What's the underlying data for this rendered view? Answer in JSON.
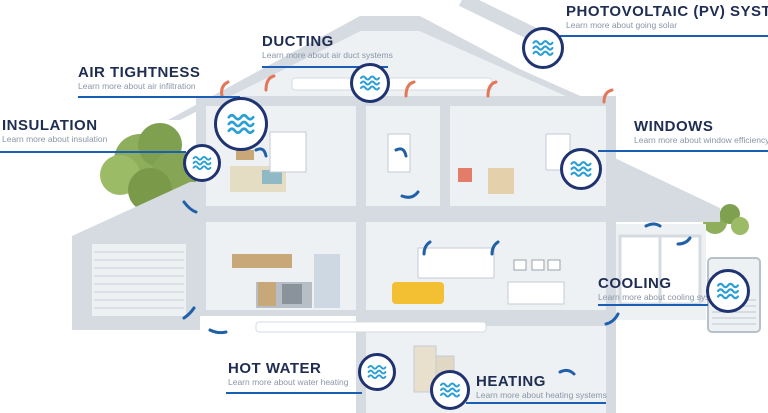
{
  "colors": {
    "navy": "#1f3370",
    "accent_blue": "#1a5fb4",
    "wave_blue": "#2a9fd6",
    "wall_gray": "#d6dbe2",
    "room_fill": "#eef1f4",
    "draft_arrow": "#e2775a"
  },
  "hotspots": {
    "pv": {
      "title": "PHOTOVOLTAIC (PV) SYSTEM",
      "subtitle": "Learn more about going solar",
      "icon": "waves-icon"
    },
    "ducting": {
      "title": "DUCTING",
      "subtitle": "Learn more about air duct systems",
      "icon": "waves-icon"
    },
    "air_tightness": {
      "title": "AIR TIGHTNESS",
      "subtitle": "Learn more about air infiltration",
      "icon": "waves-icon"
    },
    "insulation": {
      "title": "INSULATION",
      "subtitle": "Learn more about insulation",
      "icon": "waves-icon"
    },
    "windows": {
      "title": "WINDOWS",
      "subtitle": "Learn more about window efficiency",
      "icon": "waves-icon"
    },
    "cooling": {
      "title": "COOLING",
      "subtitle": "Learn more about cooling systems",
      "icon": "waves-icon"
    },
    "hot_water": {
      "title": "HOT WATER",
      "subtitle": "Learn more about water heating",
      "icon": "waves-icon"
    },
    "heating": {
      "title": "HEATING",
      "subtitle": "Learn more about heating systems",
      "icon": "waves-icon"
    }
  }
}
